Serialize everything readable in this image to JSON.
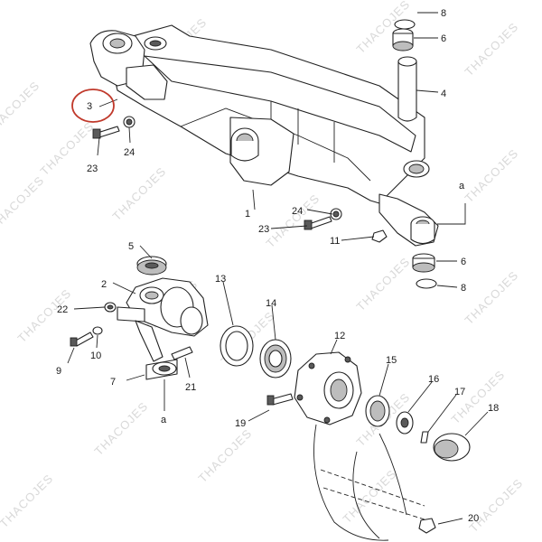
{
  "watermark": "THACOJES",
  "highlight_color": "#c0392b",
  "callouts": {
    "c1": "1",
    "c2": "2",
    "c3": "3",
    "c4": "4",
    "c5": "5",
    "c6a": "6",
    "c6b": "6",
    "c7": "7",
    "c8a": "8",
    "c8b": "8",
    "c9": "9",
    "c10": "10",
    "c11": "11",
    "c12": "12",
    "c13": "13",
    "c14": "14",
    "c15": "15",
    "c16": "16",
    "c17": "17",
    "c18": "18",
    "c19": "19",
    "c20": "20",
    "c21": "21",
    "c22": "22",
    "c23a": "23",
    "c23b": "23",
    "c24a": "24",
    "c24b": "24"
  },
  "refs": {
    "a_top": "a",
    "a_bottom": "a"
  },
  "highlighted_part": "3"
}
